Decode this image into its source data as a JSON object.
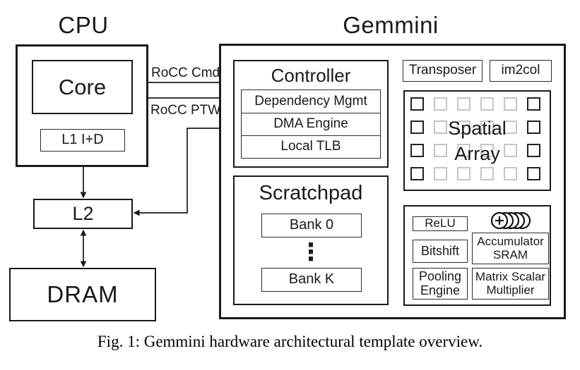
{
  "titles": {
    "cpu": "CPU",
    "gemmini": "Gemmini"
  },
  "cpu": {
    "core_label": "Core",
    "l1_label": "L1 I+D"
  },
  "memory": {
    "l2_label": "L2",
    "dram_label": "DRAM"
  },
  "interconnect": {
    "rocc_cmd_label": "RoCC Cmd",
    "rocc_ptw_label": "RoCC PTW"
  },
  "gemmini": {
    "controller": {
      "title": "Controller",
      "rows": [
        "Dependency Mgmt",
        "DMA Engine",
        "Local TLB"
      ]
    },
    "scratchpad": {
      "title": "Scratchpad",
      "bank_top": "Bank 0",
      "ellipsis": "⋮",
      "bank_bottom": "Bank K"
    },
    "transposer_label": "Transposer",
    "im2col_label": "im2col",
    "spatial_array": {
      "line1": "Spatial",
      "line2": "Array",
      "grid": {
        "rows": 4,
        "cols": 6
      }
    },
    "functional_units": {
      "relu_label": "ReLU",
      "bitshift_label": "Bitshift",
      "pooling_line1": "Pooling",
      "pooling_line2": "Engine",
      "accumulator_line1": "Accumulator",
      "accumulator_line2": "SRAM",
      "matrix_scalar_line1": "Matrix Scalar",
      "matrix_scalar_line2": "Multiplier"
    }
  },
  "caption": "Fig. 1: Gemmini hardware architectural template overview.",
  "icons": {
    "accumulator": "accumulator-stack-plus-icon"
  },
  "colors": {
    "line": "#1a1a1a",
    "background": "#ffffff",
    "caption_text": "#000000"
  }
}
